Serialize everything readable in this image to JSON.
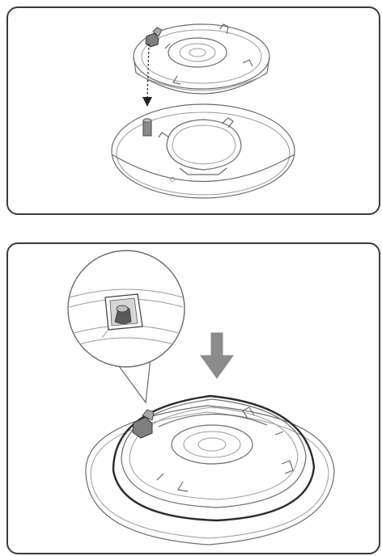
{
  "figure": {
    "panels": [
      {
        "id": "step-1",
        "content": "drawing"
      },
      {
        "id": "step-2",
        "content": "drawing"
      }
    ],
    "colors": {
      "border": "#3a3a3a",
      "line": "#6a6a6a",
      "connector_gray": "#7f7f7f",
      "arrow_gray": "#8c8c8c"
    },
    "icons": [
      "down-arrow-icon",
      "magnifier-callout"
    ]
  }
}
